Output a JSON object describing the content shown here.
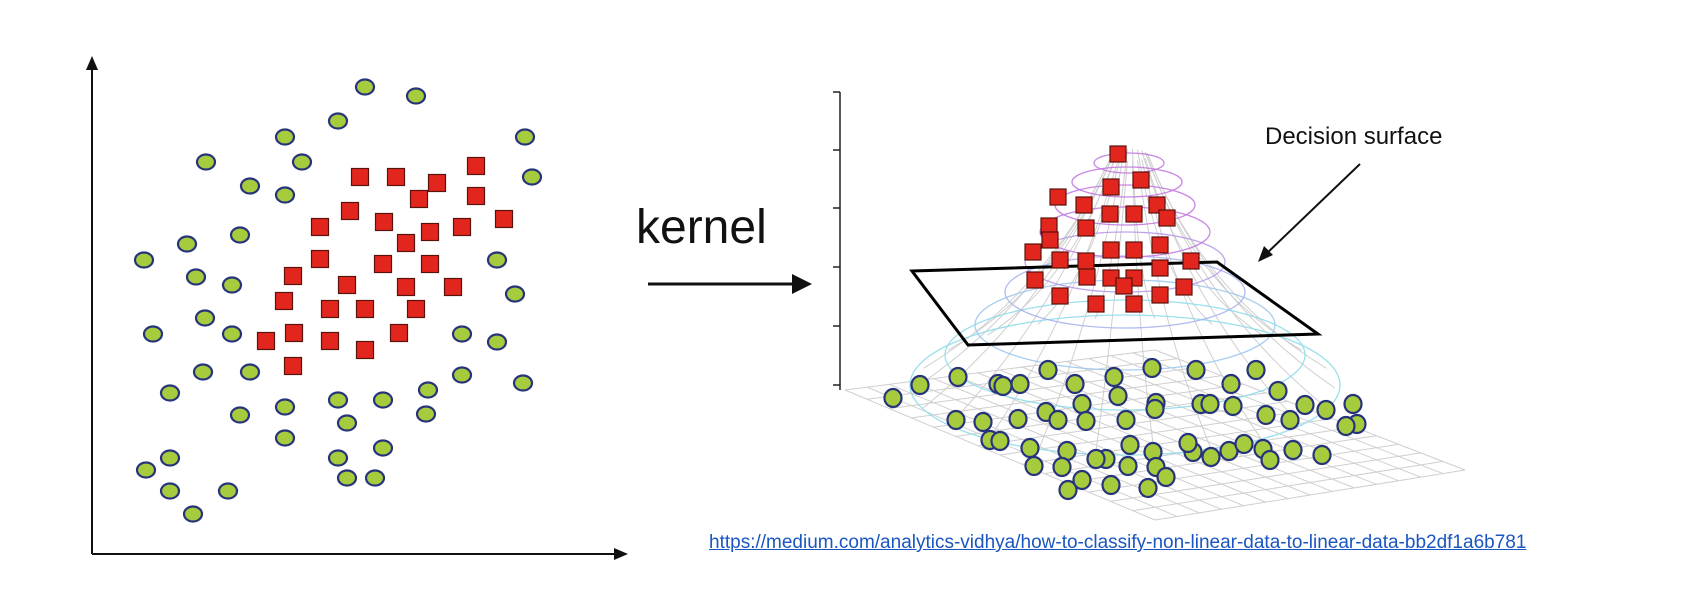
{
  "diagram": {
    "kernel_label": "kernel",
    "decision_surface_label": "Decision surface",
    "source_url": "https://medium.com/analytics-vidhya/how-to-classify-non-linear-data-to-linear-data-bb2df1a6b781"
  },
  "colors": {
    "circle_fill": "#a6cc3e",
    "circle_stroke": "#27337a",
    "square_fill": "#e3261d",
    "square_stroke": "#5a120c",
    "axis": "#111111",
    "link": "#1a56c2",
    "mesh_grey": "#cfcfcf",
    "mesh_cyan": "#8fdcec",
    "mesh_purple": "#c27ae0"
  },
  "legend": {
    "class_a_marker": "circle",
    "class_b_marker": "square"
  }
}
